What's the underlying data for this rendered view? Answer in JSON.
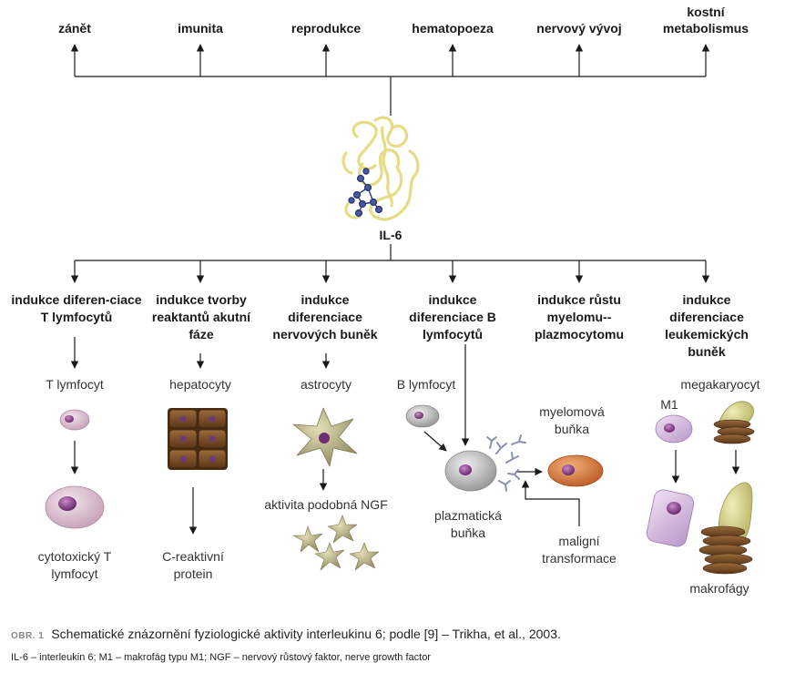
{
  "top_effects": [
    "zánět",
    "imunita",
    "reprodukce",
    "hematopoeza",
    "nervový vývoj",
    "kostní metabolismus"
  ],
  "center_label": "IL-6",
  "pathways": [
    {
      "title": "indukce diferen-ciace T lymfocytů",
      "cells": [
        "T lymfocyt",
        "cytotoxický T lymfocyt"
      ]
    },
    {
      "title": "indukce tvorby reaktantů akutní fáze",
      "cells": [
        "hepatocyty",
        "C-reaktivní protein"
      ]
    },
    {
      "title": "indukce diferenciace nervových buněk",
      "cells": [
        "astrocyty",
        "aktivita podobná NGF"
      ]
    },
    {
      "title": "indukce diferenciace B lymfocytů",
      "cells": [
        "B lymfocyt",
        "plazmatická buňka"
      ]
    },
    {
      "title": "indukce růstu myelomu--plazmocytomu",
      "cells": [
        "myelomová buňka",
        "maligní transformace"
      ]
    },
    {
      "title": "indukce diferenciace leukemických buněk",
      "cells": [
        "megakaryocyt",
        "M1",
        "makrofágy"
      ]
    }
  ],
  "caption": {
    "number": "OBR. 1",
    "text": "Schematické znázornění fyziologické aktivity interleukinu 6; podle [9] – Trikha, et al., 2003."
  },
  "footnote": "IL-6 – interleukin 6; M1 – makrofág typu M1; NGF – nervový růstový faktor, nerve growth factor",
  "colors": {
    "line": "#1a1a1a",
    "protein": "#e8df8a",
    "ligand": "#5a6aa8",
    "t_cell": "#d8b8cc",
    "nucleus": "#8a4a8a",
    "hepatocyte": "#7a4a26",
    "astrocyte": "#c8c08a",
    "b_cell": "#b8b8b8",
    "myeloma": "#d87838",
    "macrophage": "#d8d88a",
    "platelet": "#5a4030",
    "m1": "#d8c8e0"
  }
}
